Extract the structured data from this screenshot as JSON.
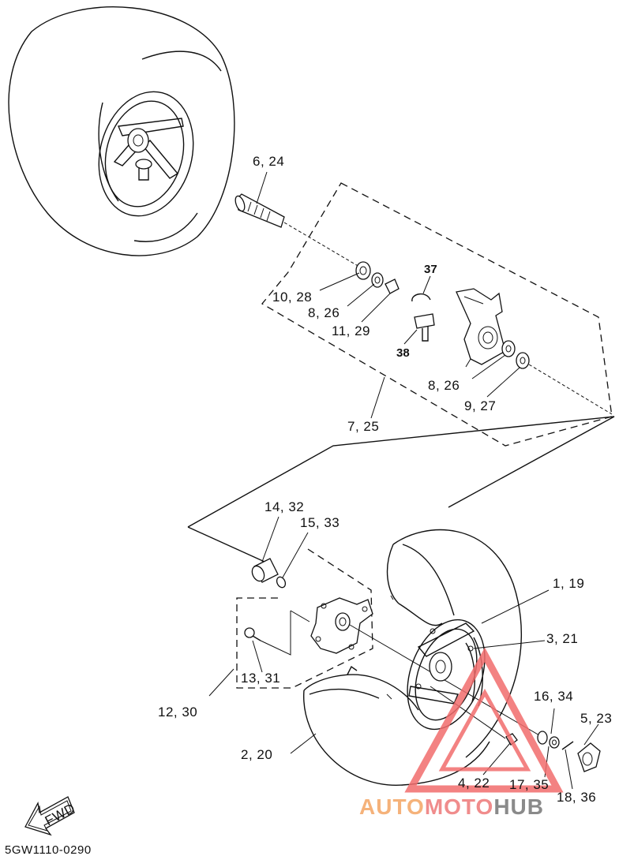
{
  "callouts": [
    {
      "id": "c-6-24",
      "text": "6, 24"
    },
    {
      "id": "c-10-28",
      "text": "10, 28"
    },
    {
      "id": "c-8-26a",
      "text": "8, 26"
    },
    {
      "id": "c-11-29",
      "text": "11, 29"
    },
    {
      "id": "c-37",
      "text": "37"
    },
    {
      "id": "c-38",
      "text": "38"
    },
    {
      "id": "c-8-26b",
      "text": "8, 26"
    },
    {
      "id": "c-9-27",
      "text": "9, 27"
    },
    {
      "id": "c-7-25",
      "text": "7, 25"
    },
    {
      "id": "c-14-32",
      "text": "14, 32"
    },
    {
      "id": "c-15-33",
      "text": "15, 33"
    },
    {
      "id": "c-1-19",
      "text": "1, 19"
    },
    {
      "id": "c-3-21",
      "text": "3, 21"
    },
    {
      "id": "c-13-31",
      "text": "13, 31"
    },
    {
      "id": "c-12-30",
      "text": "12, 30"
    },
    {
      "id": "c-16-34",
      "text": "16, 34"
    },
    {
      "id": "c-5-23",
      "text": "5, 23"
    },
    {
      "id": "c-2-20",
      "text": "2, 20"
    },
    {
      "id": "c-4-22",
      "text": "4, 22"
    },
    {
      "id": "c-17-35",
      "text": "17, 35"
    },
    {
      "id": "c-18-36",
      "text": "18, 36"
    }
  ],
  "fwd_label": "FWD",
  "diagram_code": "5GW1110-0290",
  "watermark": {
    "part1": "AUTO",
    "part2": "MOTO",
    "part3": "HUB",
    "color1": "#f5b27a",
    "color2": "#f08c8c",
    "color3": "#8a8a8a",
    "logo_color": "#f26d6d"
  }
}
